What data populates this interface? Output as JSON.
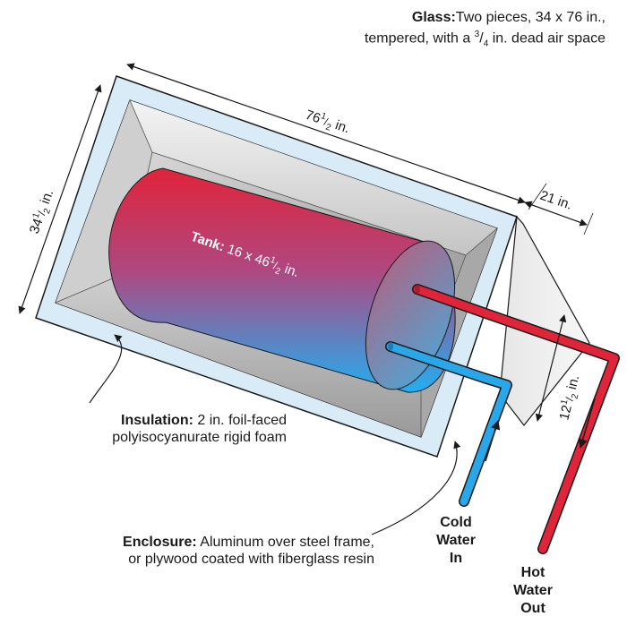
{
  "glass": {
    "name": "Glass:",
    "line1": "Two pieces, 34 x 76 in.,",
    "line2_pre": "tempered, with a ",
    "frac_num": "3",
    "frac_den": "4",
    "line2_post": " in. dead air space"
  },
  "dimensions": {
    "length": {
      "whole": "76",
      "num": "1",
      "den": "2",
      "unit": " in."
    },
    "height": {
      "whole": "34",
      "num": "1",
      "den": "2",
      "unit": " in."
    },
    "depth": {
      "text": "21 in."
    },
    "side": {
      "whole": "12",
      "num": "1",
      "den": "2",
      "unit": " in."
    }
  },
  "tank": {
    "name": "Tank:",
    "text": " 16 x 46",
    "num": "1",
    "den": "2",
    "unit": " in."
  },
  "insulation": {
    "name": "Insulation:",
    "line1": " 2 in. foil-faced",
    "line2": "polyisocyanurate rigid foam"
  },
  "enclosure": {
    "name": "Enclosure:",
    "line1": " Aluminum over steel frame,",
    "line2": "or plywood coated with fiberglass resin"
  },
  "cold_water": {
    "line1": "Cold",
    "line2": "Water",
    "line3": "In"
  },
  "hot_water": {
    "line1": "Hot",
    "line2": "Water",
    "line3": "Out"
  },
  "colors": {
    "frame": "#d9ebf7",
    "frame_stroke": "#1a1a1a",
    "hot": "#e0243a",
    "cold": "#2aa7e8",
    "interior": "#b8b8b8"
  }
}
